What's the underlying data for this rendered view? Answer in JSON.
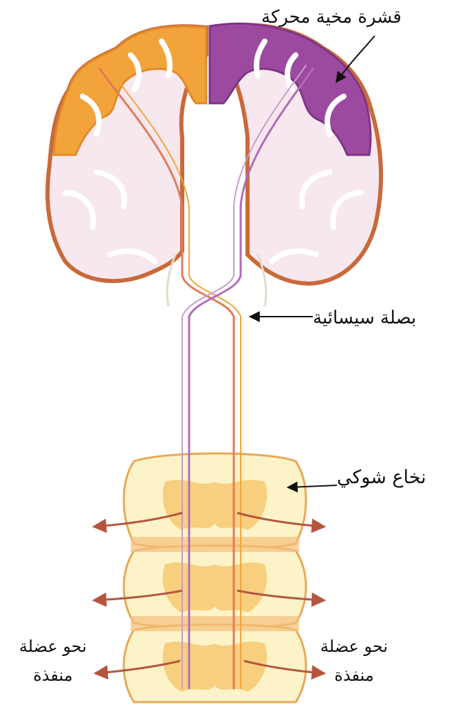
{
  "labels": {
    "motor_cortex": "قشرة مخية محركة",
    "medulla": "بصلة سيسائية",
    "spinal_cord": "نخاع شوكي",
    "muscle_left_line1": "نحو عضلة",
    "muscle_left_line2": "منفذة",
    "muscle_right_line1": "نحو عضلة",
    "muscle_right_line2": "منفذة"
  },
  "colors": {
    "orange_cortex": "#f2a43a",
    "purple_cortex": "#9b4aa0",
    "brain_edge": "#c9693a",
    "brain_fill": "#f7e7ef",
    "spinal_fill": "#fdf3c8",
    "spinal_edge": "#e9a757",
    "tract_orange": "#e07b5a",
    "tract_purple": "#b06cb6",
    "arrow": "#b5553f"
  }
}
